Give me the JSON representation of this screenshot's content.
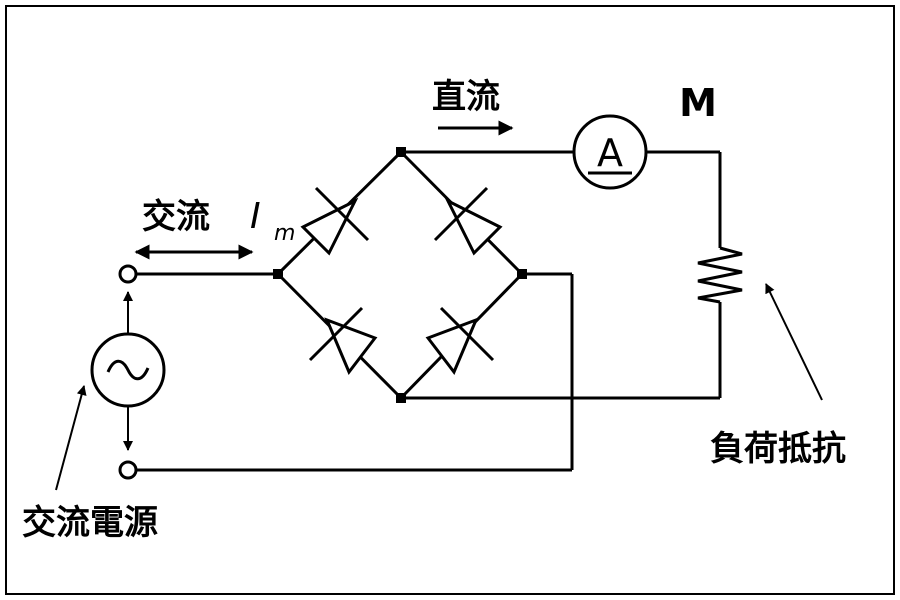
{
  "labels": {
    "dc_current": "直流",
    "ac_current": "交流",
    "current_symbol": "I",
    "current_subscript": "m",
    "meter_label": "M",
    "ammeter_symbol": "A",
    "ac_source_symbol": "~",
    "load_resistor": "負荷抵抗",
    "ac_power_source": "交流電源"
  },
  "colors": {
    "line": "#000000",
    "background": "#ffffff"
  }
}
